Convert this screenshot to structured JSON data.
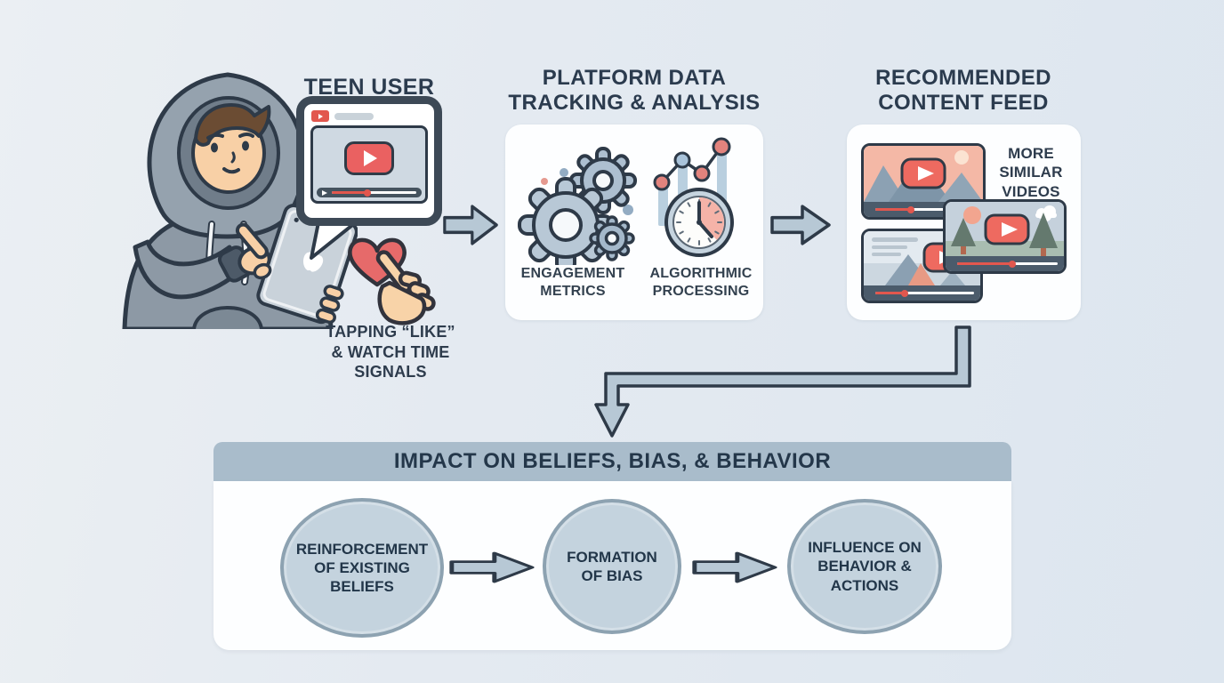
{
  "titles": {
    "teen_user": "TEEN USER",
    "platform_data_lines": [
      "PLATFORM DATA",
      "TRACKING & ANALYSIS"
    ],
    "recommended_feed_lines": [
      "RECOMMENDED",
      "CONTENT FEED"
    ]
  },
  "teen": {
    "signals_caption_lines": [
      "TAPPING “LIKE”",
      "& WATCH TIME",
      "SIGNALS"
    ]
  },
  "platform_box": {
    "engagement_label": "ENGAGEMENT METRICS",
    "algorithmic_label": "ALGORITHMIC PROCESSING"
  },
  "feed_box": {
    "more_similar_lines": [
      "MORE",
      "SIMILAR",
      "VIDEOS"
    ]
  },
  "impact": {
    "banner_title": "IMPACT ON BELIEFS, BIAS, & BEHAVIOR",
    "steps": [
      {
        "label": "REINFORCEMENT OF EXISTING BELIEFS"
      },
      {
        "label": "FORMATION OF BIAS"
      },
      {
        "label": "INFLUENCE ON BEHAVIOR & ACTIONS"
      }
    ]
  },
  "icons": {
    "teen_illustration": "teen-user-illustration",
    "video_bubble": "video-player-bubble-icon",
    "heart_tap": "heart-like-tap-icon",
    "gears": "engagement-gears-icon",
    "clock_chart": "algorithmic-clock-chart-icon",
    "video_thumbnails": "video-thumbnail-icon",
    "flow_arrow": "flow-arrow-icon"
  },
  "colors": {
    "background": "#e4eaf1",
    "panel_white": "#fdfeff",
    "banner_fill": "#a9bccb",
    "arrow_fill": "#b7c8d5",
    "outline_navy": "#2e3a48",
    "text_navy": "#2b3b4e",
    "accent_red": "#e2574e",
    "play_red": "#ea6161",
    "heart_red": "#e66a6a",
    "circle_fill": "#c4d3de",
    "circle_border": "#8da2b1",
    "steel_icon": "#b8c8d6",
    "salmon_sky": "#f4b8a6",
    "skin": "#f8d0a6",
    "hoodie_gray": "#8d99a5"
  }
}
